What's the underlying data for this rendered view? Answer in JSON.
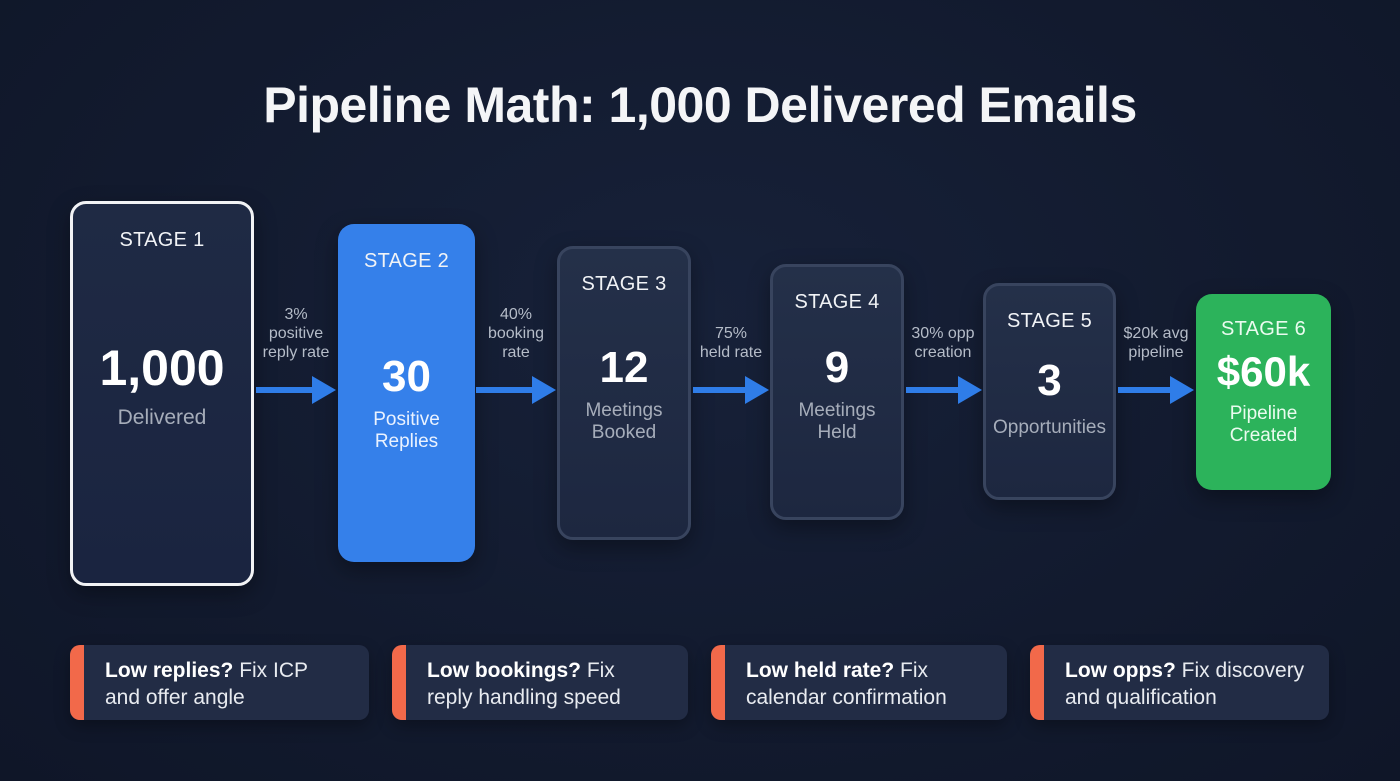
{
  "title": "Pipeline Math: 1,000 Delivered Emails",
  "colors": {
    "background": "#131b30",
    "stage_dark": "#1f2a44",
    "stage_border": "#38445e",
    "stage1_border": "#f2f3f5",
    "stage2_blue": "#3580ea",
    "stage6_green": "#2cb35b",
    "arrow_blue": "#2f7de8",
    "callout_accent": "#f2694a",
    "callout_bg": "#222c45"
  },
  "stages": [
    {
      "label": "STAGE 1",
      "value": "1,000",
      "desc_line1": "Delivered",
      "desc_line2": ""
    },
    {
      "label": "STAGE 2",
      "value": "30",
      "desc_line1": "Positive",
      "desc_line2": "Replies"
    },
    {
      "label": "STAGE 3",
      "value": "12",
      "desc_line1": "Meetings",
      "desc_line2": "Booked"
    },
    {
      "label": "STAGE 4",
      "value": "9",
      "desc_line1": "Meetings",
      "desc_line2": "Held"
    },
    {
      "label": "STAGE 5",
      "value": "3",
      "desc_line1": "Opportunities",
      "desc_line2": ""
    },
    {
      "label": "STAGE 6",
      "value": "$60k",
      "desc_line1": "Pipeline",
      "desc_line2": "Created"
    }
  ],
  "connectors": [
    {
      "lines": [
        "3%",
        "positive",
        "reply rate"
      ]
    },
    {
      "lines": [
        "40%",
        "booking",
        "rate"
      ]
    },
    {
      "lines": [
        "75%",
        "held rate"
      ]
    },
    {
      "lines": [
        "30% opp",
        "creation"
      ]
    },
    {
      "lines": [
        "$20k avg",
        "pipeline"
      ]
    }
  ],
  "callouts": [
    {
      "bold": "Low replies?",
      "rest_line1": " Fix ICP",
      "line2": "and offer angle"
    },
    {
      "bold": "Low bookings?",
      "rest_line1": " Fix",
      "line2": "reply handling speed"
    },
    {
      "bold": "Low held rate?",
      "rest_line1": " Fix",
      "line2": "calendar confirmation"
    },
    {
      "bold": "Low opps?",
      "rest_line1": " Fix discovery",
      "line2": "and qualification"
    }
  ],
  "chart_data": {
    "type": "funnel",
    "title": "Pipeline Math: 1,000 Delivered Emails",
    "categories": [
      "Delivered",
      "Positive Replies",
      "Meetings Booked",
      "Meetings Held",
      "Opportunities",
      "Pipeline Created"
    ],
    "values": [
      1000,
      30,
      12,
      9,
      3,
      60000
    ],
    "conversion_rates": [
      {
        "from": "Delivered",
        "to": "Positive Replies",
        "rate": "3% positive reply rate"
      },
      {
        "from": "Positive Replies",
        "to": "Meetings Booked",
        "rate": "40% booking rate"
      },
      {
        "from": "Meetings Booked",
        "to": "Meetings Held",
        "rate": "75% held rate"
      },
      {
        "from": "Meetings Held",
        "to": "Opportunities",
        "rate": "30% opp creation"
      },
      {
        "from": "Opportunities",
        "to": "Pipeline Created",
        "rate": "$20k avg pipeline"
      }
    ]
  }
}
